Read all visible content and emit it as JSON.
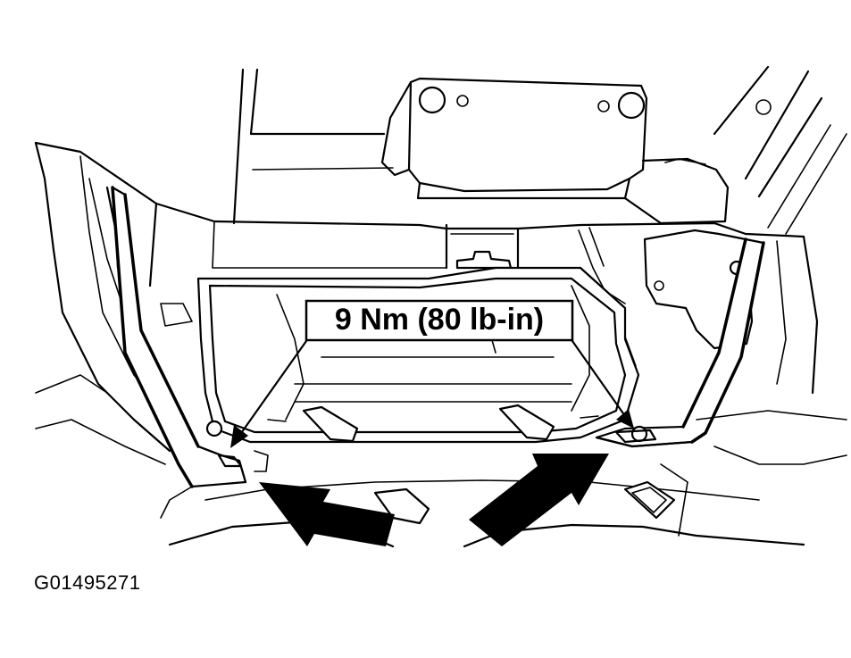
{
  "diagram": {
    "callout_text": "9 Nm (80 lb-in)",
    "figure_id": "G01495271",
    "colors": {
      "ink": "#000000",
      "paper": "#ffffff"
    },
    "icons": [
      "leader-arrow",
      "location-arrow"
    ]
  }
}
